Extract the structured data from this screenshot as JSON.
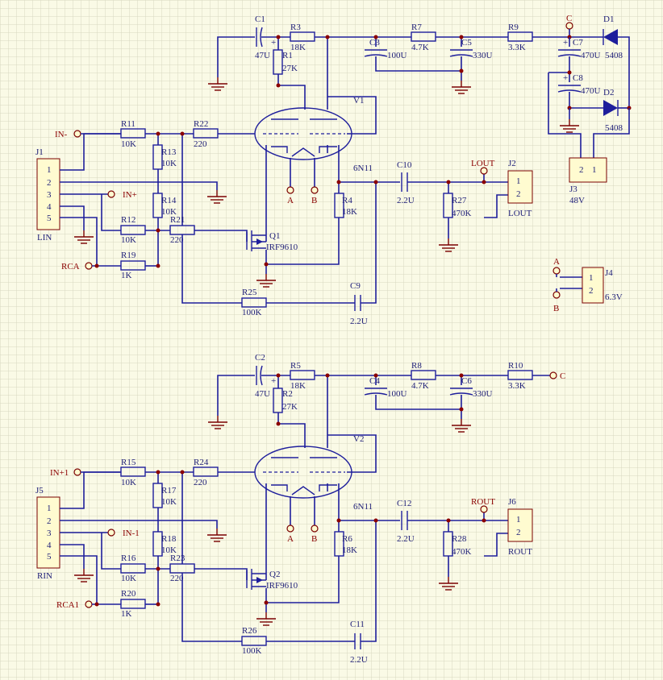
{
  "channels": [
    {
      "connector": "J1",
      "connector_label": "LIN",
      "pins": [
        "1",
        "2",
        "3",
        "4",
        "5"
      ],
      "in_minus": "IN-",
      "in_plus": "IN+",
      "rca": "RCA",
      "r_in1": {
        "ref": "R11",
        "val": "10K"
      },
      "r_div1": {
        "ref": "R13",
        "val": "10K"
      },
      "r_div2": {
        "ref": "R14",
        "val": "10K"
      },
      "r_in2": {
        "ref": "R12",
        "val": "10K"
      },
      "r_rca": {
        "ref": "R19",
        "val": "1K"
      },
      "r_grid": {
        "ref": "R22",
        "val": "220"
      },
      "r_gate": {
        "ref": "R21",
        "val": "220"
      },
      "r_fb": {
        "ref": "R25",
        "val": "100K"
      },
      "cap_fb": {
        "ref": "C9",
        "val": "2.2U"
      },
      "c_top": {
        "ref": "C1",
        "val": "47U"
      },
      "r_top": {
        "ref": "R3",
        "val": "18K"
      },
      "r_plate": {
        "ref": "R1",
        "val": "27K"
      },
      "c_filt1": {
        "ref": "C3",
        "val": "100U"
      },
      "r_filt1": {
        "ref": "R7",
        "val": "4.7K"
      },
      "c_filt2": {
        "ref": "C5",
        "val": "330U"
      },
      "r_filt2": {
        "ref": "R9",
        "val": "3.3K"
      },
      "tube": "V1",
      "tube_type": "6N11",
      "a": "A",
      "b": "B",
      "r_load": {
        "ref": "R4",
        "val": "18K"
      },
      "c_out": {
        "ref": "C10",
        "val": "2.2U"
      },
      "r_out": {
        "ref": "R27",
        "val": "470K"
      },
      "q": "Q1",
      "q_type": "IRF9610",
      "out_label": "LOUT",
      "out_conn": "J2",
      "out_conn_label": "LOUT",
      "out_pins": [
        "1",
        "2"
      ]
    },
    {
      "connector": "J5",
      "connector_label": "RIN",
      "pins": [
        "1",
        "2",
        "3",
        "4",
        "5"
      ],
      "in_minus": "IN+1",
      "in_plus": "IN-1",
      "rca": "RCA1",
      "r_in1": {
        "ref": "R15",
        "val": "10K"
      },
      "r_div1": {
        "ref": "R17",
        "val": "10K"
      },
      "r_div2": {
        "ref": "R18",
        "val": "10K"
      },
      "r_in2": {
        "ref": "R16",
        "val": "10K"
      },
      "r_rca": {
        "ref": "R20",
        "val": "1K"
      },
      "r_grid": {
        "ref": "R24",
        "val": "220"
      },
      "r_gate": {
        "ref": "R23",
        "val": "220"
      },
      "r_fb": {
        "ref": "R26",
        "val": "100K"
      },
      "cap_fb": {
        "ref": "C11",
        "val": "2.2U"
      },
      "c_top": {
        "ref": "C2",
        "val": "47U"
      },
      "r_top": {
        "ref": "R5",
        "val": "18K"
      },
      "r_plate": {
        "ref": "R2",
        "val": "27K"
      },
      "c_filt1": {
        "ref": "C4",
        "val": "100U"
      },
      "r_filt1": {
        "ref": "R8",
        "val": "4.7K"
      },
      "c_filt2": {
        "ref": "C6",
        "val": "330U"
      },
      "r_filt2": {
        "ref": "R10",
        "val": "3.3K"
      },
      "tube": "V2",
      "tube_type": "6N11",
      "a": "A",
      "b": "B",
      "r_load": {
        "ref": "R6",
        "val": "18K"
      },
      "c_out": {
        "ref": "C12",
        "val": "2.2U"
      },
      "r_out": {
        "ref": "R28",
        "val": "470K"
      },
      "q": "Q2",
      "q_type": "IRF9610",
      "out_label": "ROUT",
      "out_conn": "J6",
      "out_conn_label": "ROUT",
      "out_pins": [
        "1",
        "2"
      ]
    }
  ],
  "power": {
    "c_label": "C",
    "c_label_bottom": "C",
    "c7": {
      "ref": "C7",
      "val": "470U"
    },
    "c8": {
      "ref": "C8",
      "val": "470U"
    },
    "d1": {
      "ref": "D1",
      "val": "5408"
    },
    "d2": {
      "ref": "D2",
      "val": "5408"
    },
    "j3": "J3",
    "j3_label": "48V",
    "j3_pins": [
      "2",
      "1"
    ],
    "j4": "J4",
    "j4_label": "6.3V",
    "j4_pins": [
      "1",
      "2"
    ],
    "a": "A",
    "b": "B"
  },
  "polarity": "+"
}
